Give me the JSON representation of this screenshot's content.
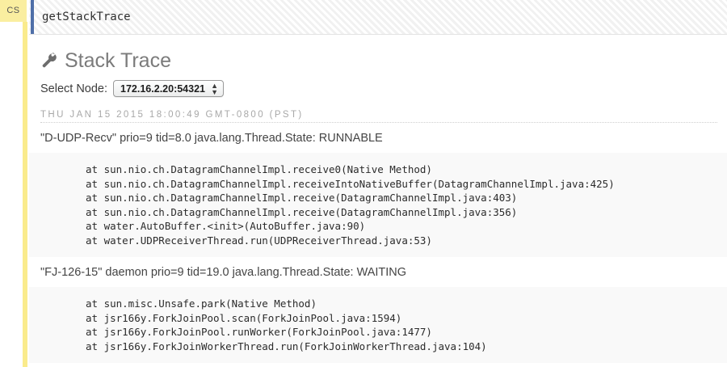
{
  "cell": {
    "badge_label": "CS",
    "input_value": "getStackTrace",
    "accent_color": "#4f6fa8",
    "marker_color": "#faeb8c"
  },
  "page": {
    "title": "Stack Trace",
    "title_icon": "wrench-icon"
  },
  "node_selector": {
    "label": "Select Node:",
    "selected_value": "172.16.2.20:54321",
    "options": [
      "172.16.2.20:54321"
    ]
  },
  "timestamp": "THU JAN 15 2015 18:00:49 GMT-0800 (PST)",
  "threads": [
    {
      "header": "\"D-UDP-Recv\" prio=9 tid=8.0 java.lang.Thread.State: RUNNABLE",
      "frames": [
        "at sun.nio.ch.DatagramChannelImpl.receive0(Native Method)",
        "at sun.nio.ch.DatagramChannelImpl.receiveIntoNativeBuffer(DatagramChannelImpl.java:425)",
        "at sun.nio.ch.DatagramChannelImpl.receive(DatagramChannelImpl.java:403)",
        "at sun.nio.ch.DatagramChannelImpl.receive(DatagramChannelImpl.java:356)",
        "at water.AutoBuffer.<init>(AutoBuffer.java:90)",
        "at water.UDPReceiverThread.run(UDPReceiverThread.java:53)"
      ]
    },
    {
      "header": "\"FJ-126-15\" daemon prio=9 tid=19.0 java.lang.Thread.State: WAITING",
      "frames": [
        "at sun.misc.Unsafe.park(Native Method)",
        "at jsr166y.ForkJoinPool.scan(ForkJoinPool.java:1594)",
        "at jsr166y.ForkJoinPool.runWorker(ForkJoinPool.java:1477)",
        "at jsr166y.ForkJoinWorkerThread.run(ForkJoinWorkerThread.java:104)"
      ]
    }
  ]
}
